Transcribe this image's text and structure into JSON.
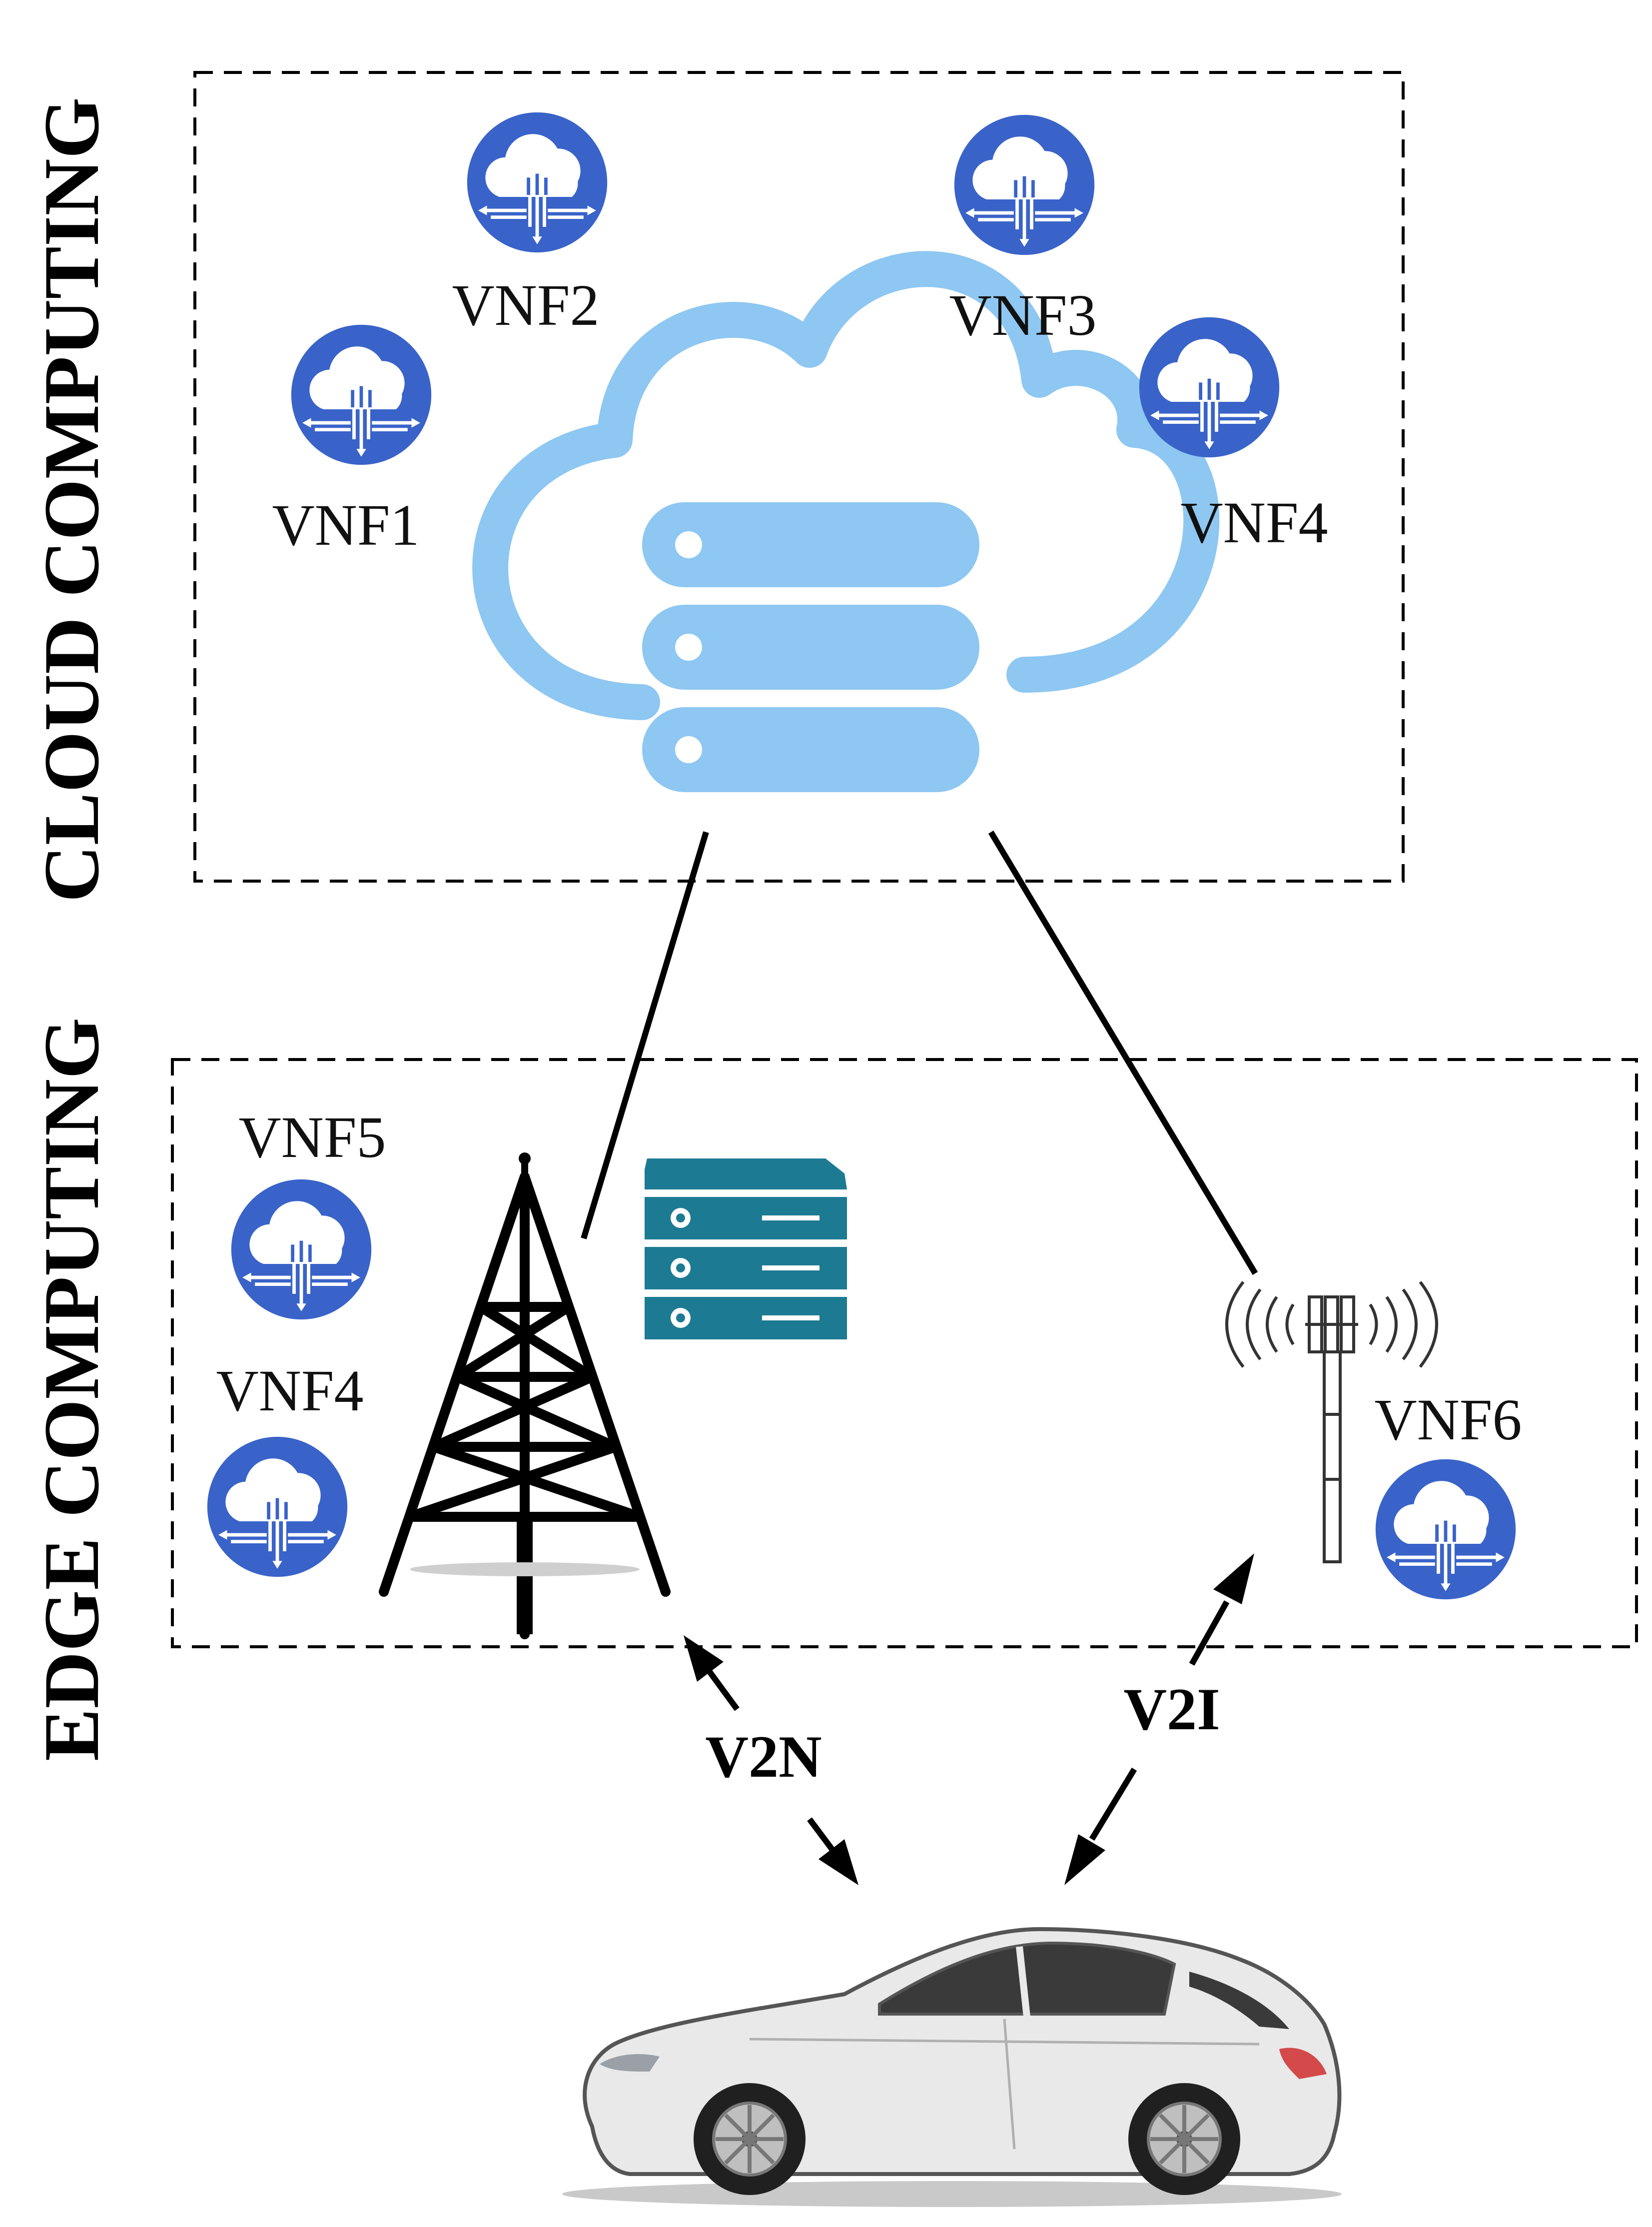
{
  "side_labels": {
    "cloud": "CLOUD COMPUTING",
    "edge": "EDGE COMPUTING"
  },
  "vnf_labels": {
    "cloud_1": "VNF1",
    "cloud_2": "VNF2",
    "cloud_3": "VNF3",
    "cloud_4": "VNF4",
    "edge_5": "VNF5",
    "edge_4": "VNF4",
    "edge_6": "VNF6"
  },
  "link_labels": {
    "v2n": "V2N",
    "v2i": "V2I"
  },
  "colors": {
    "vnf_icon_blue": "#3a63c9",
    "cloud_light_blue": "#8ec7f1",
    "edge_server_teal": "#1d7a93",
    "line_black": "#000000"
  },
  "icons": {
    "vnf": "cloud-network-function-icon",
    "cloud": "cloud-server-icon",
    "tower": "cell-tower-icon",
    "edge_server": "edge-server-icon",
    "small_cell": "antenna-icon",
    "vehicle": "sports-car-icon"
  }
}
